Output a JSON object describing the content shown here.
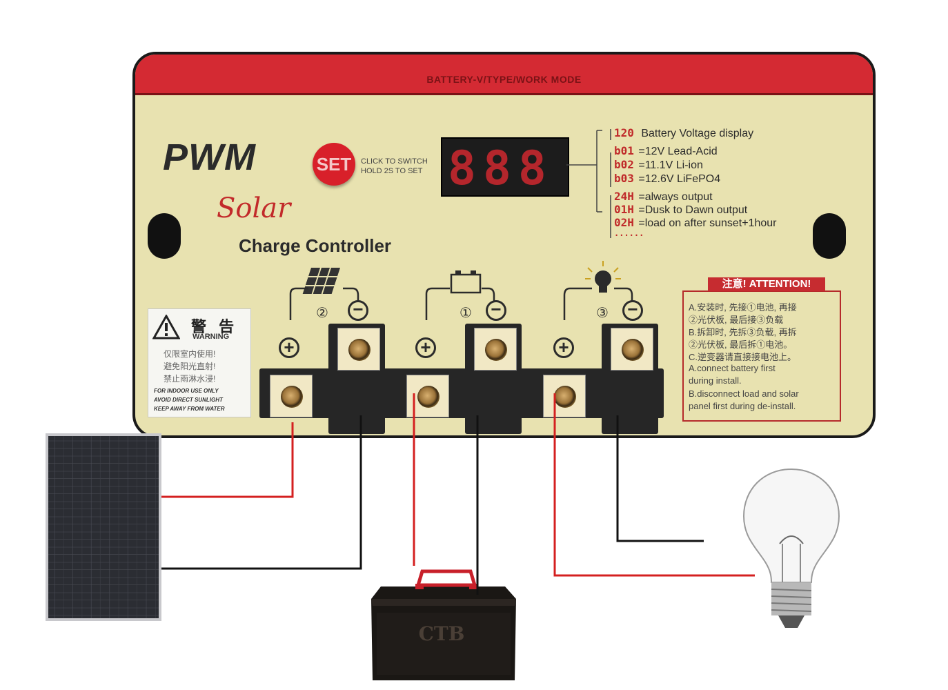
{
  "controller": {
    "band_title": "BATTERY-V/TYPE/WORK MODE",
    "brand": "PWM",
    "product_line1": "Solar",
    "product_line2": "Charge Controller",
    "set_button": "SET",
    "set_hint_line1": "CLICK TO SWITCH",
    "set_hint_line2": "HOLD 2S TO SET",
    "display_value": "888"
  },
  "modes": [
    {
      "code": "120",
      "text": "Battery Voltage display"
    },
    {
      "code": "b01",
      "text": "=12V  Lead-Acid"
    },
    {
      "code": "b02",
      "text": "=11.1V Li-ion"
    },
    {
      "code": "b03",
      "text": "=12.6V LiFePO4"
    },
    {
      "code": "24H",
      "text": "=always output"
    },
    {
      "code": "01H",
      "text": "=Dusk to Dawn output"
    },
    {
      "code": "02H",
      "text": "=load on after sunset+1hour"
    },
    {
      "code": "......",
      "text": ""
    }
  ],
  "terminals": {
    "solar_number": "②",
    "battery_number": "①",
    "load_number": "③",
    "plus_symbol": "+",
    "minus_symbol": "−"
  },
  "warning": {
    "title": "警 告",
    "title_en": "WARNING",
    "cn_line1": "仅限室内使用!",
    "cn_line2": "避免阳光直射!",
    "cn_line3": "禁止雨淋水浸!",
    "en_line1": "FOR INDOOR USE ONLY",
    "en_line2": "AVOID DIRECT SUNLIGHT",
    "en_line3": "KEEP AWAY FROM WATER"
  },
  "attention": {
    "title": "注意! ATTENTION!",
    "lines": [
      "A.安装时, 先接①电池, 再接",
      "②光伏板, 最后接③负载",
      "B.拆卸时, 先拆③负载, 再拆",
      "②光伏板, 最后拆①电池。",
      "C.逆变器请直接接电池上。",
      "A.connect battery first",
      "during install.",
      "B.disconnect load and solar",
      "panel first during de-install."
    ]
  },
  "battery_label": "CTB",
  "colors": {
    "panel_bg": "#e8e2b0",
    "red_band": "#d42a33",
    "led_red": "#b4262c",
    "wire_red": "#d42020",
    "wire_black": "#111111"
  }
}
